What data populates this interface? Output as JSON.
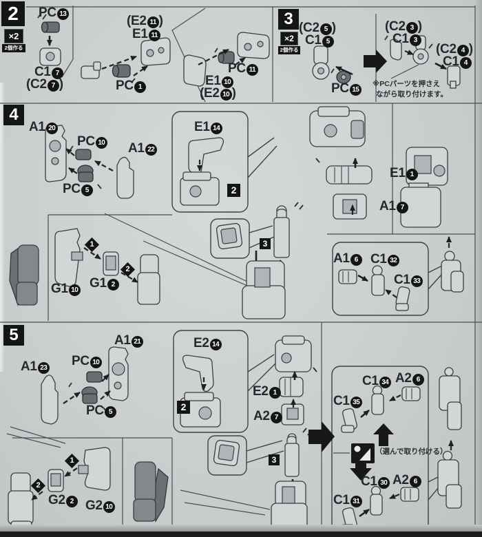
{
  "page": {
    "type_note": "plastic model assembly instruction sheet (photo)"
  },
  "step2": {
    "badge": "2",
    "times": "×2",
    "times_note": "2個作る",
    "labels": {
      "pc13": {
        "pre": "PC",
        "num": "13"
      },
      "c17": {
        "pre": "C1",
        "num": "7"
      },
      "c27": {
        "pre": "(C2",
        "num": "7",
        "post": ")"
      },
      "e211": {
        "pre": "(E2",
        "num": "11",
        "post": ")"
      },
      "e111": {
        "pre": "E1",
        "num": "11"
      },
      "pc1": {
        "pre": "PC",
        "num": "1"
      },
      "pc11": {
        "pre": "PC",
        "num": "11"
      },
      "e110": {
        "pre": "E1",
        "num": "10"
      },
      "e210": {
        "pre": "(E2",
        "num": "10",
        "post": ")"
      }
    }
  },
  "step3": {
    "badge": "3",
    "times": "×2",
    "times_note": "2個作る",
    "labels": {
      "c25": {
        "pre": "(C2",
        "num": "5",
        "post": ")"
      },
      "c15": {
        "pre": "C1",
        "num": "5"
      },
      "pc15": {
        "pre": "PC",
        "num": "15"
      },
      "c23": {
        "pre": "(C2",
        "num": "3",
        "post": ")"
      },
      "c13": {
        "pre": "C1",
        "num": "3"
      },
      "c24": {
        "pre": "(C2",
        "num": "4",
        "post": ")"
      },
      "c14": {
        "pre": "C1",
        "num": "4"
      }
    },
    "note_line1": "※PCパーツを押さえ",
    "note_line2": "ながら取り付けます。"
  },
  "step4": {
    "badge": "4",
    "labels": {
      "a120": {
        "pre": "A1",
        "num": "20"
      },
      "pc10": {
        "pre": "PC",
        "num": "10"
      },
      "a122": {
        "pre": "A1",
        "num": "22"
      },
      "pc5": {
        "pre": "PC",
        "num": "5"
      },
      "e114": {
        "pre": "E1",
        "num": "14"
      },
      "sub2": "2",
      "e11": {
        "pre": "E1",
        "num": "1"
      },
      "a17": {
        "pre": "A1",
        "num": "7"
      },
      "sub3": "3",
      "g110": {
        "pre": "G1",
        "num": "10"
      },
      "g12": {
        "pre": "G1",
        "num": "2"
      },
      "d1": "1",
      "d2": "2",
      "a16": {
        "pre": "A1",
        "num": "6"
      },
      "c132": {
        "pre": "C1",
        "num": "32"
      },
      "c133": {
        "pre": "C1",
        "num": "33"
      }
    }
  },
  "step5": {
    "badge": "5",
    "labels": {
      "a123": {
        "pre": "A1",
        "num": "23"
      },
      "pc10": {
        "pre": "PC",
        "num": "10"
      },
      "a121": {
        "pre": "A1",
        "num": "21"
      },
      "pc5": {
        "pre": "PC",
        "num": "5"
      },
      "e214": {
        "pre": "E2",
        "num": "14"
      },
      "sub2": "2",
      "e21": {
        "pre": "E2",
        "num": "1"
      },
      "a27": {
        "pre": "A2",
        "num": "7"
      },
      "sub3": "3",
      "g22": {
        "pre": "G2",
        "num": "2"
      },
      "g210": {
        "pre": "G2",
        "num": "10"
      },
      "d1": "1",
      "d2": "2",
      "c134": {
        "pre": "C1",
        "num": "34"
      },
      "a26t": {
        "pre": "A2",
        "num": "6"
      },
      "c135": {
        "pre": "C1",
        "num": "35"
      },
      "choose_note": "（選んで取り付ける）",
      "c130": {
        "pre": "C1",
        "num": "30"
      },
      "a26b": {
        "pre": "A2",
        "num": "6"
      },
      "c131": {
        "pre": "C1",
        "num": "31"
      }
    }
  }
}
